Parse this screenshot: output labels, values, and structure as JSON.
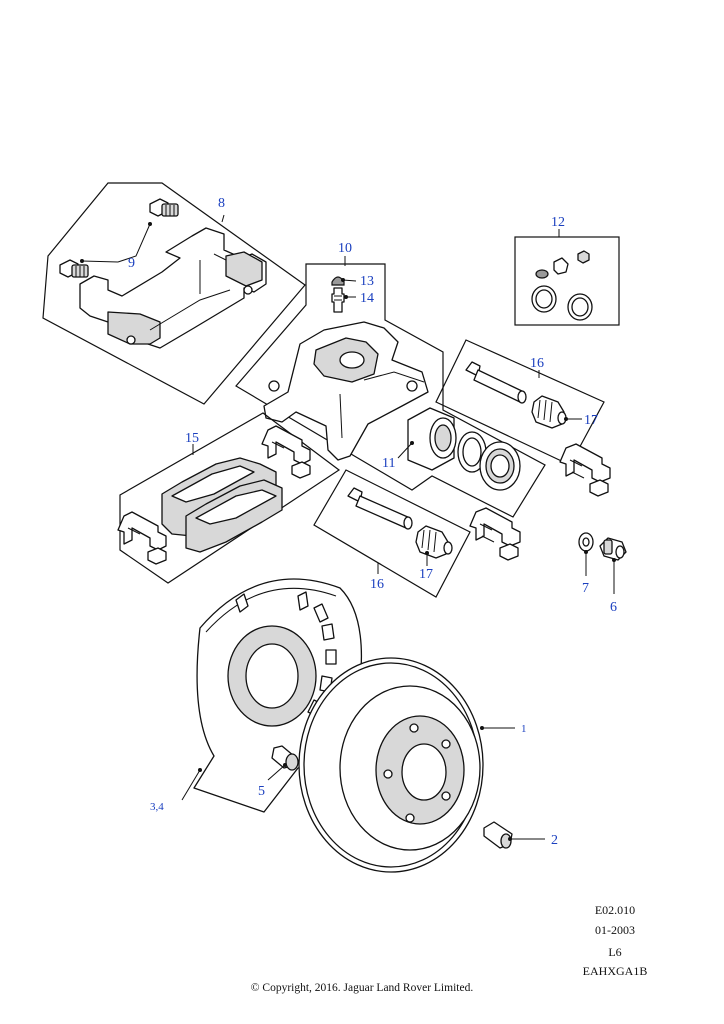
{
  "callouts": {
    "c1": "1",
    "c2": "2",
    "c34": "3,4",
    "c5": "5",
    "c6": "6",
    "c7": "7",
    "c8": "8",
    "c9": "9",
    "c10": "10",
    "c11": "11",
    "c12": "12",
    "c13": "13",
    "c14": "14",
    "c15": "15",
    "c16a": "16",
    "c16b": "16",
    "c17a": "17",
    "c17b": "17"
  },
  "meta": {
    "code": "E02.010",
    "date": "01-2003",
    "model": "L6",
    "ref": "EAHXGA1B"
  },
  "copyright": "© Copyright, 2016. Jaguar Land Rover Limited.",
  "colors": {
    "callout": "#1a3fbf",
    "ink": "#111111"
  }
}
